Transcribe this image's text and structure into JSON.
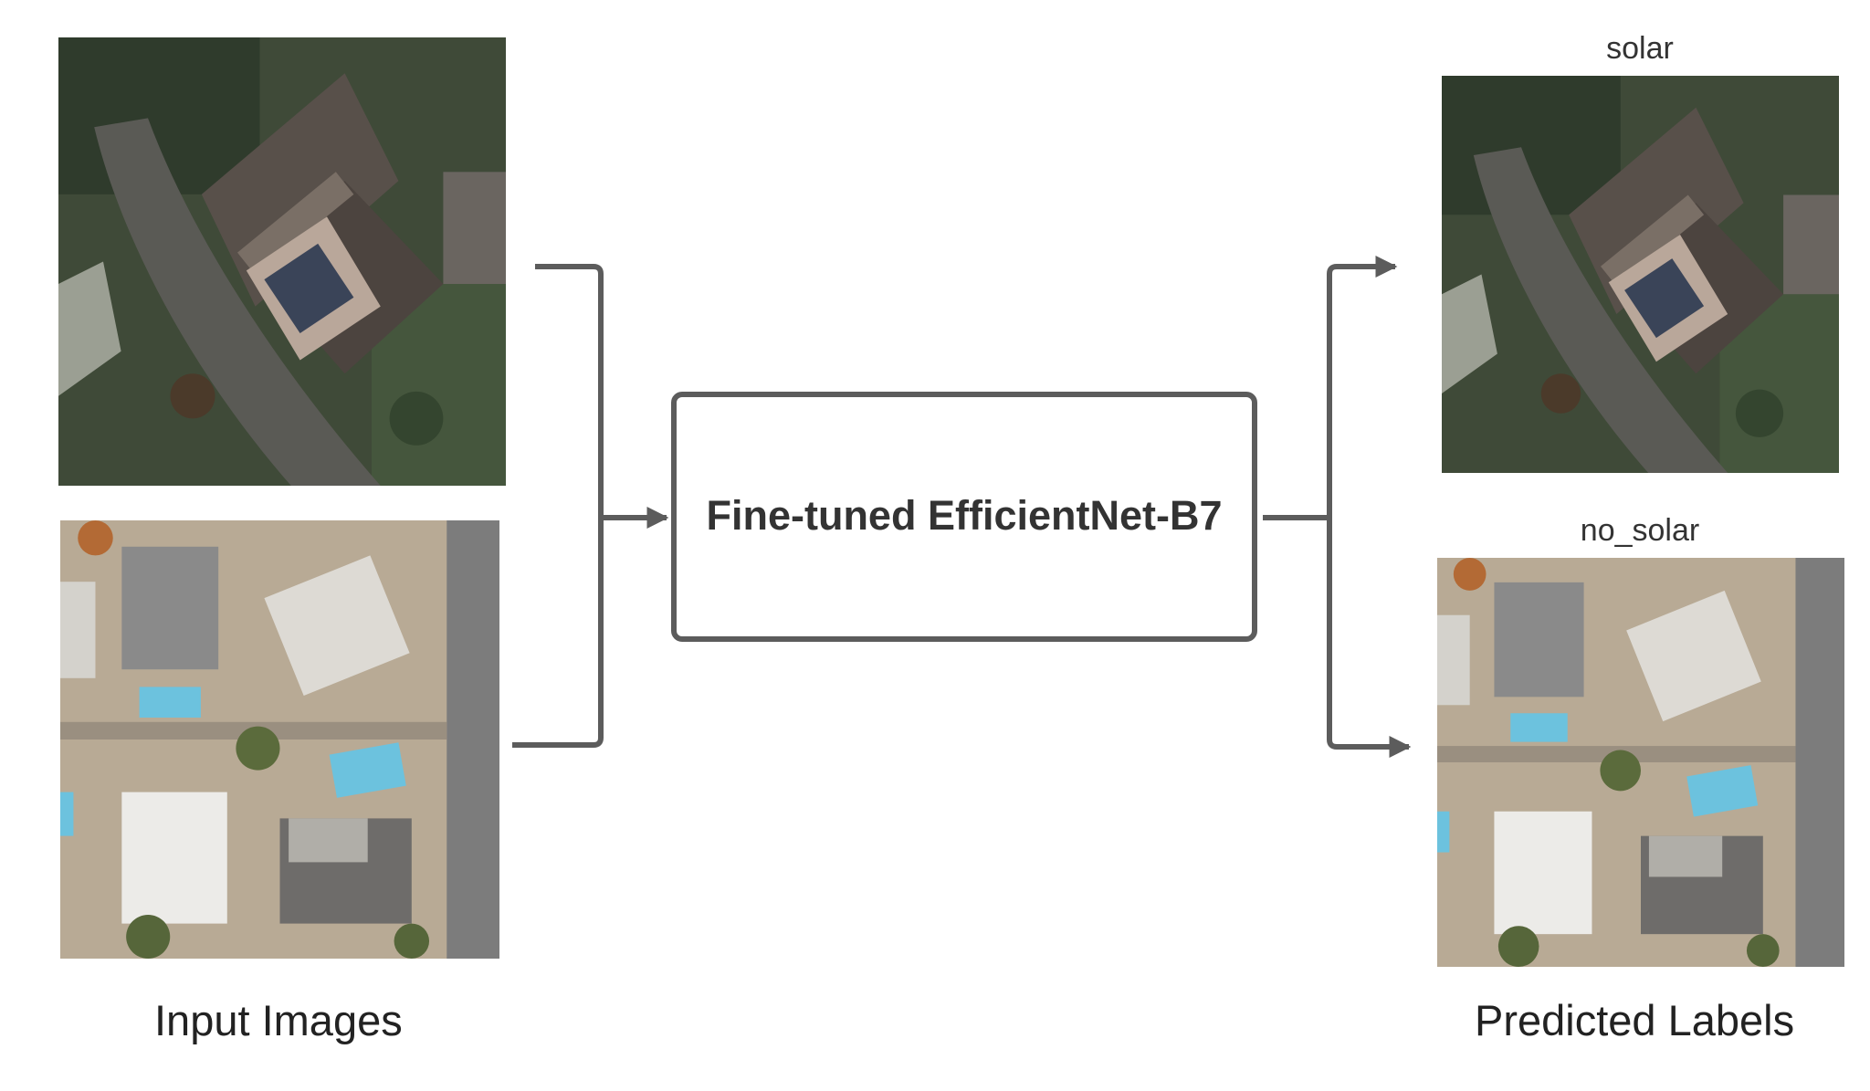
{
  "model": {
    "label": "Fine-tuned EfficientNet-B7"
  },
  "captions": {
    "inputs": "Input Images",
    "outputs": "Predicted Labels"
  },
  "predictions": [
    {
      "label": "solar",
      "image": "solar-house-aerial-image"
    },
    {
      "label": "no_solar",
      "image": "no-solar-neighborhood-aerial-image"
    }
  ],
  "inputs": [
    {
      "image": "solar-house-aerial-image"
    },
    {
      "image": "no-solar-neighborhood-aerial-image"
    }
  ],
  "colors": {
    "connector": "#5c5c5c",
    "box_border": "#5c5c5c",
    "text": "#222222"
  }
}
